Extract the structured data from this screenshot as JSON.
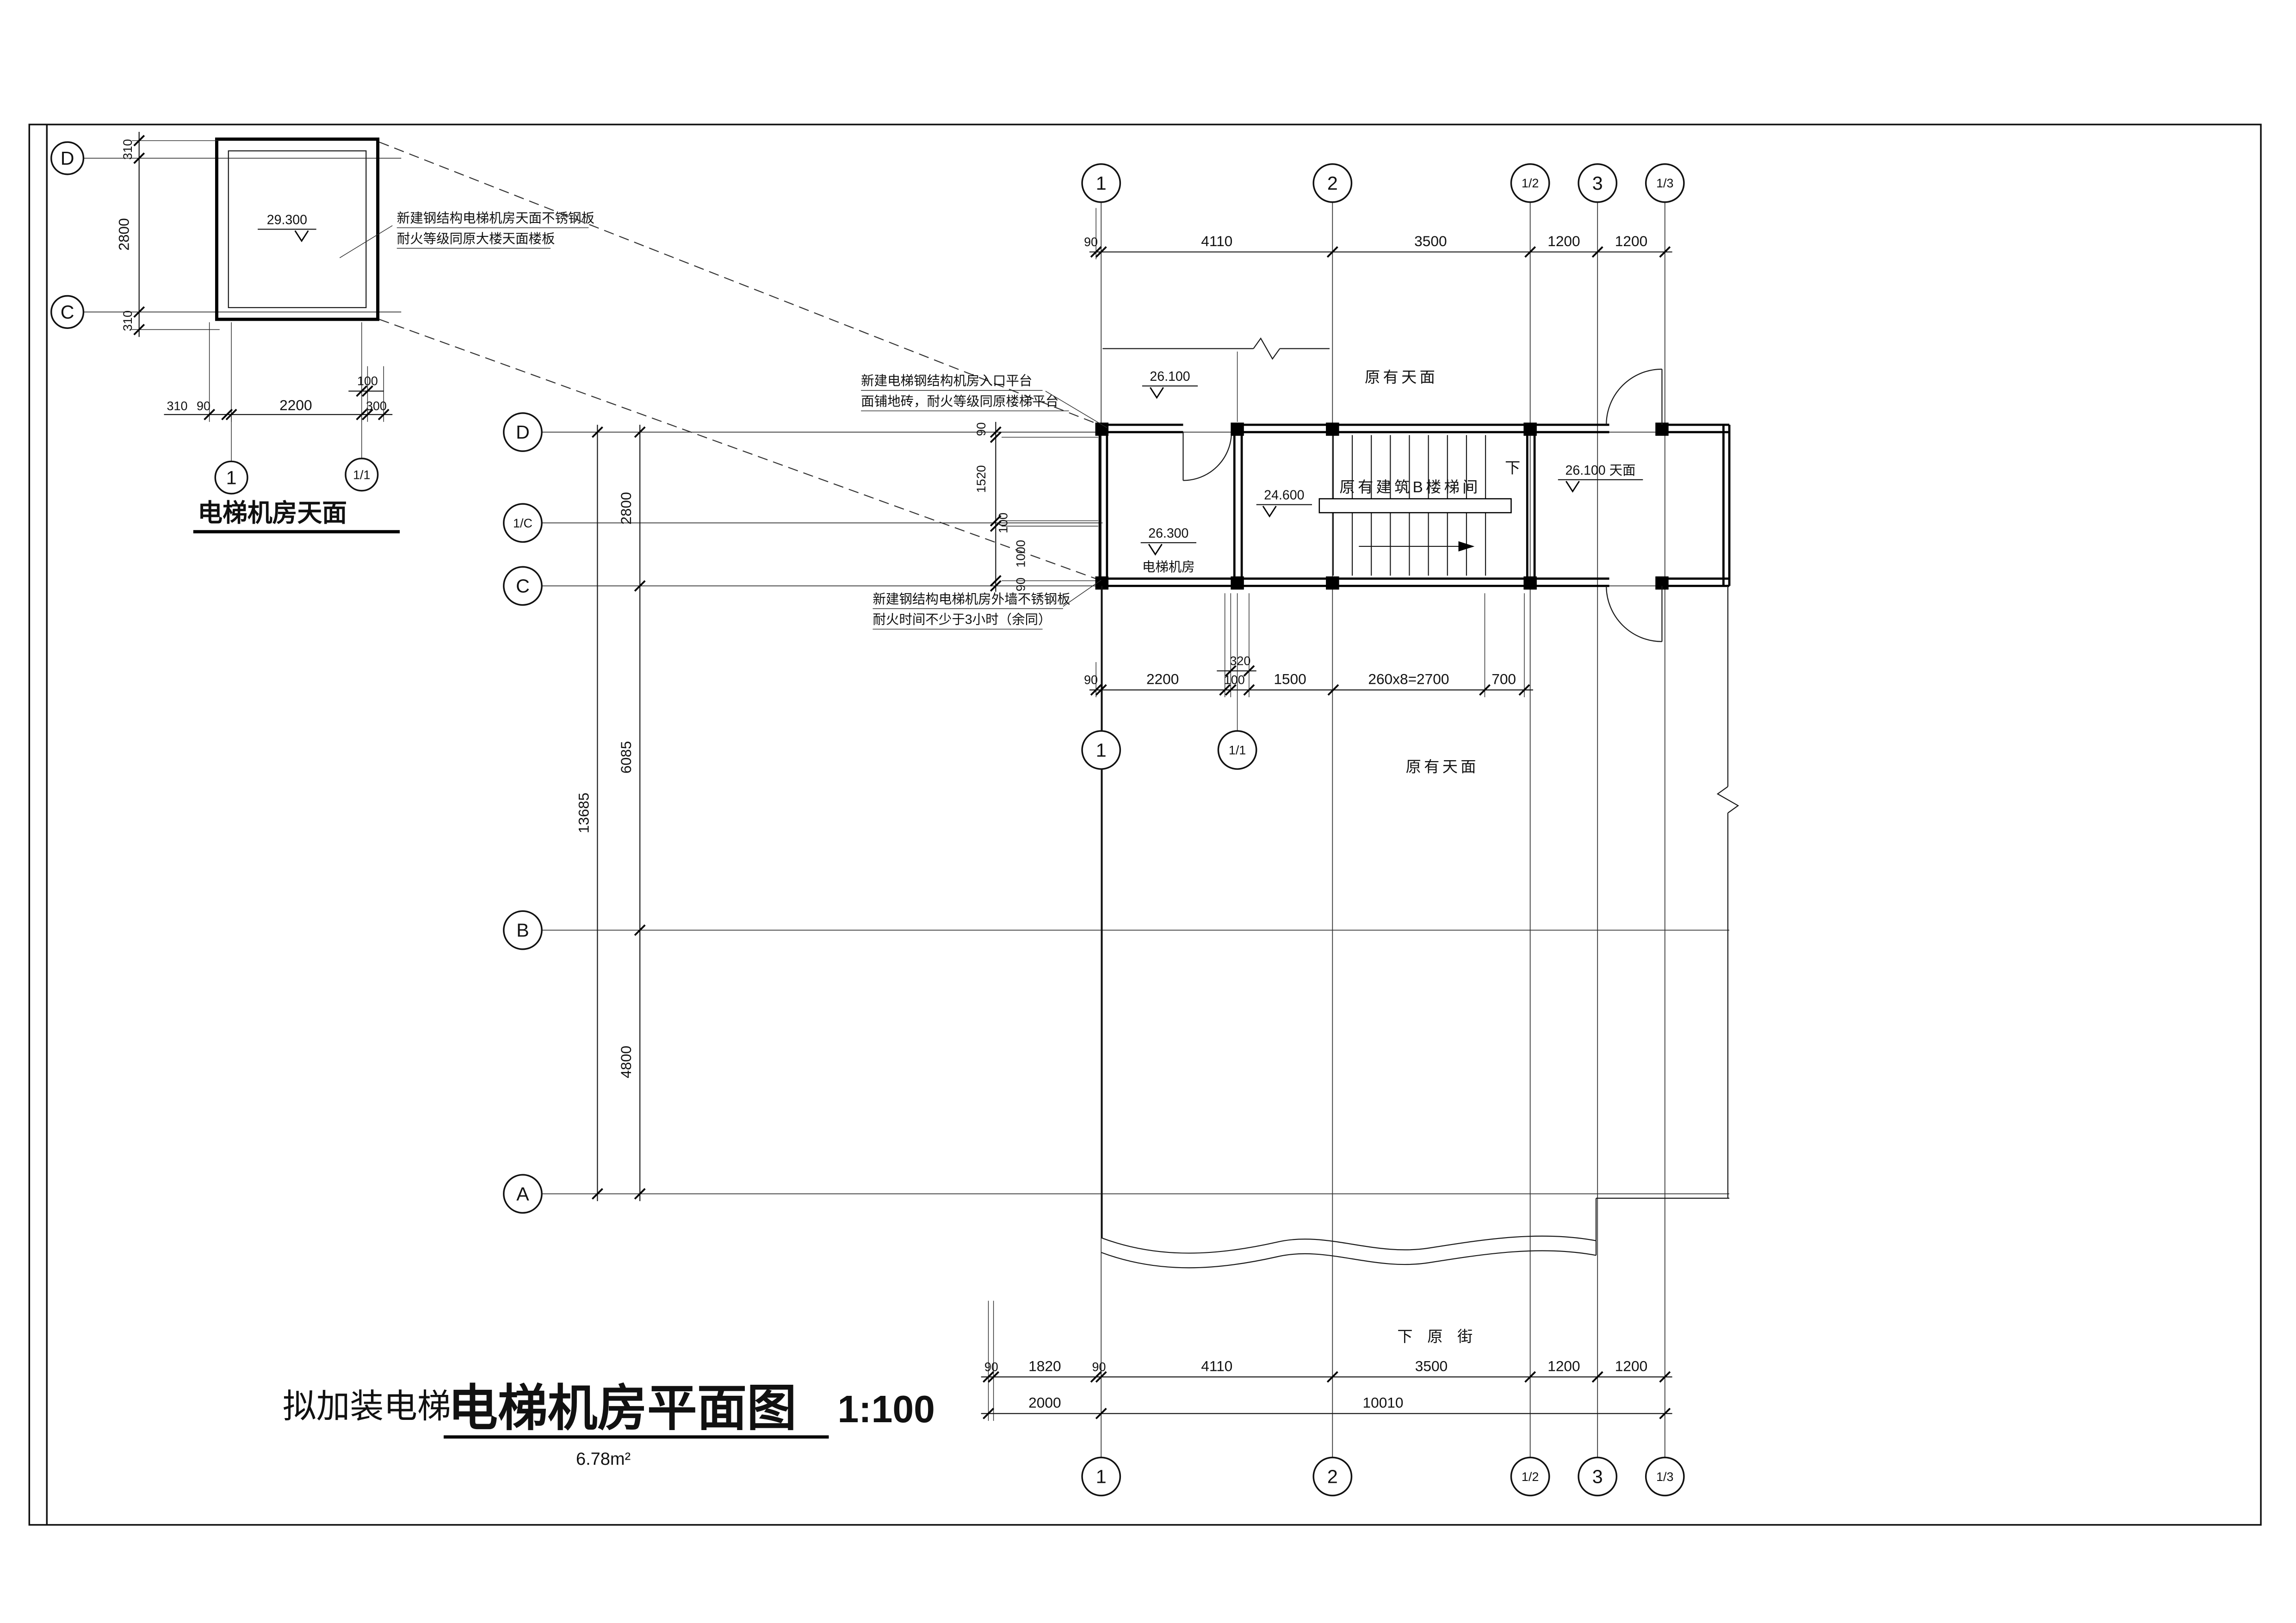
{
  "drawing": {
    "detail": {
      "grid_d": "D",
      "grid_c": "C",
      "bubble_1": "1",
      "bubble_11": "1/1",
      "dim_v": [
        "310",
        "2800",
        "310"
      ],
      "dim_h": [
        "310",
        "90",
        "2200",
        "100",
        "300"
      ],
      "level": "29.300",
      "note": [
        "新建钢结构电梯机房天面不锈钢板",
        "耐火等级同原大楼天面楼板"
      ],
      "title": "电梯机房天面"
    },
    "plan": {
      "bubbles_top": [
        "1",
        "2",
        "1/2",
        "3",
        "1/3"
      ],
      "dims_top": [
        "90",
        "4110",
        "3500",
        "1200",
        "1200"
      ],
      "bubbles_left": [
        "D",
        "1/C",
        "C",
        "B",
        "A"
      ],
      "dims_left": [
        "2800",
        "6085",
        "4800"
      ],
      "dim_total_left": "13685",
      "dims_room_v": [
        "90",
        "1520",
        "100",
        "1000",
        "90"
      ],
      "dims_mid": [
        "90",
        "2200",
        "100",
        "1500",
        "260x8=2700",
        "700"
      ],
      "dim_320": "320",
      "bubble_mid_1": "1",
      "bubble_mid_11": "1/1",
      "label_roof_top": "原有天面",
      "label_roof_mid": "原有天面",
      "label_stair": "原有建筑B楼梯间",
      "label_down": "下",
      "level_platform": "26.100",
      "level_landing": "24.600",
      "level_roof": "26.100 天面",
      "level_room": "26.300",
      "label_room": "电梯机房",
      "note_entrance": [
        "新建电梯钢结构机房入口平台",
        "面铺地砖，耐火等级同原楼梯平台"
      ],
      "note_wall": [
        "新建钢结构电梯机房外墙不锈钢板",
        "耐火时间不少于3小时（余同）"
      ],
      "dims_bottom_1": [
        "90",
        "1820",
        "90",
        "4110",
        "3500",
        "1200",
        "1200"
      ],
      "dims_bottom_2": [
        "2000",
        "10010"
      ],
      "bubbles_bottom": [
        "1",
        "2",
        "1/2",
        "3",
        "1/3"
      ],
      "label_street": "下原街"
    },
    "title_block": {
      "prefix": "拟加装电梯",
      "title": "电梯机房平面图",
      "scale": "1:100",
      "area": "6.78m²"
    }
  }
}
